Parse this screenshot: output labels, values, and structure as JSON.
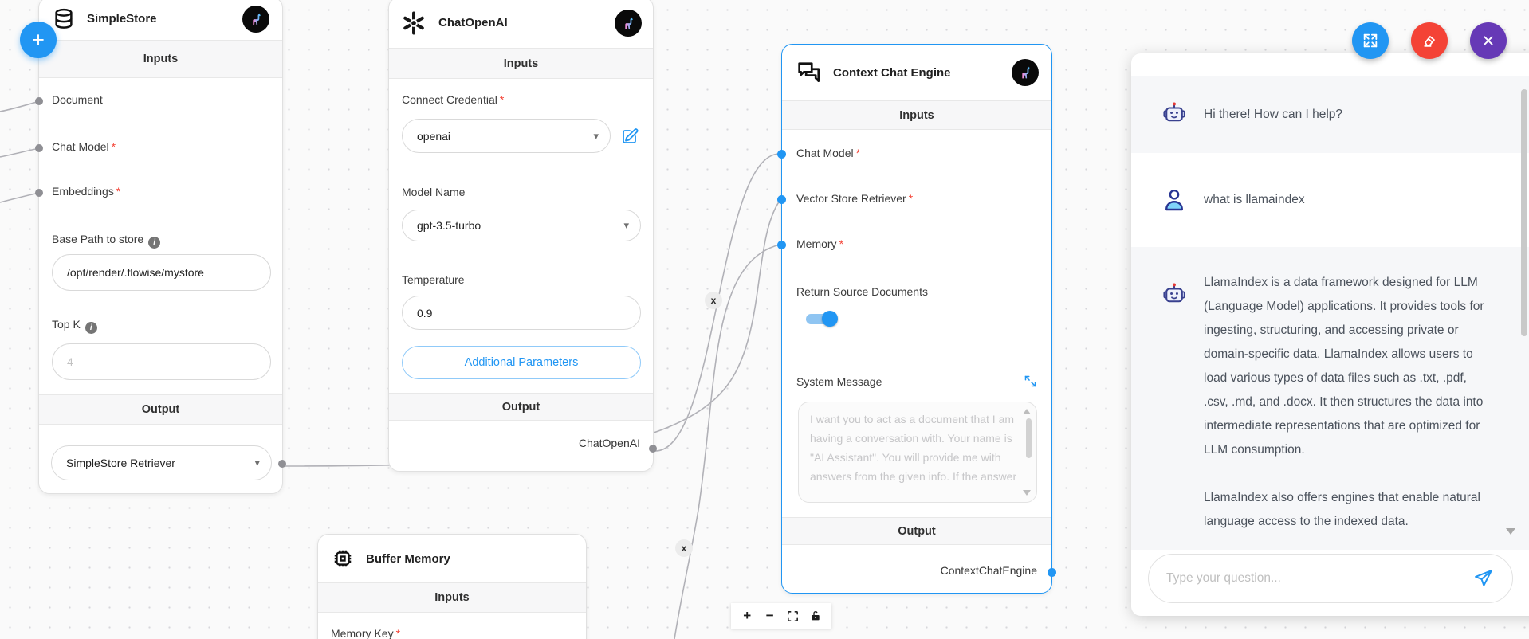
{
  "canvas": {
    "fab_label": "+",
    "edge_delete_label": "x",
    "controls": {
      "zoom_in_label": "+",
      "zoom_out_label": "−"
    }
  },
  "icons": {
    "chevron_down": "▾",
    "info": "i"
  },
  "nodes": {
    "simple_store": {
      "title": "SimpleStore",
      "section_inputs": "Inputs",
      "section_output": "Output",
      "anchors": [
        {
          "label": "Document",
          "required": ""
        },
        {
          "label": "Chat Model",
          "required": "*"
        },
        {
          "label": "Embeddings",
          "required": "*"
        }
      ],
      "base_path": {
        "label": "Base Path to store",
        "value": "/opt/render/.flowise/mystore"
      },
      "top_k": {
        "label": "Top K",
        "placeholder": "4"
      },
      "output_select_value": "SimpleStore Retriever"
    },
    "chat_openai": {
      "title": "ChatOpenAI",
      "section_inputs": "Inputs",
      "section_output": "Output",
      "credential": {
        "label": "Connect Credential",
        "required": "*",
        "value": "openai"
      },
      "model": {
        "label": "Model Name",
        "value": "gpt-3.5-turbo"
      },
      "temperature": {
        "label": "Temperature",
        "value": "0.9"
      },
      "additional_parameters_label": "Additional Parameters",
      "output_anchor": "ChatOpenAI"
    },
    "context_chat_engine": {
      "title": "Context Chat Engine",
      "section_inputs": "Inputs",
      "section_output": "Output",
      "anchors": [
        {
          "label": "Chat Model",
          "required": "*"
        },
        {
          "label": "Vector Store Retriever",
          "required": "*"
        },
        {
          "label": "Memory",
          "required": "*"
        }
      ],
      "return_source_documents_label": "Return Source Documents",
      "system_message": {
        "label": "System Message",
        "placeholder": "I want you to act as a document that I am having a conversation with. Your name is \"AI Assistant\". You will provide me with answers from the given info. If the answer"
      },
      "output_anchor": "ContextChatEngine"
    },
    "buffer_memory": {
      "title": "Buffer Memory",
      "section_inputs": "Inputs",
      "memory_key": {
        "label": "Memory Key",
        "required": "*"
      }
    }
  },
  "chat_panel": {
    "messages": [
      {
        "role": "bot",
        "paragraphs": [
          "Hi there! How can I help?"
        ]
      },
      {
        "role": "user",
        "paragraphs": [
          "what is llamaindex"
        ]
      },
      {
        "role": "bot",
        "paragraphs": [
          "LlamaIndex is a data framework designed for LLM (Language Model) applications. It provides tools for ingesting, structuring, and accessing private or domain-specific data. LlamaIndex allows users to load various types of data files such as .txt, .pdf, .csv, .md, and .docx. It then structures the data into intermediate representations that are optimized for LLM consumption.",
          "LlamaIndex also offers engines that enable natural language access to the indexed data."
        ]
      }
    ],
    "input_placeholder": "Type your question..."
  },
  "colors": {
    "accent_blue": "#2196f3",
    "danger_red": "#f44336",
    "purple": "#6639b6",
    "required_red": "#f44336"
  }
}
